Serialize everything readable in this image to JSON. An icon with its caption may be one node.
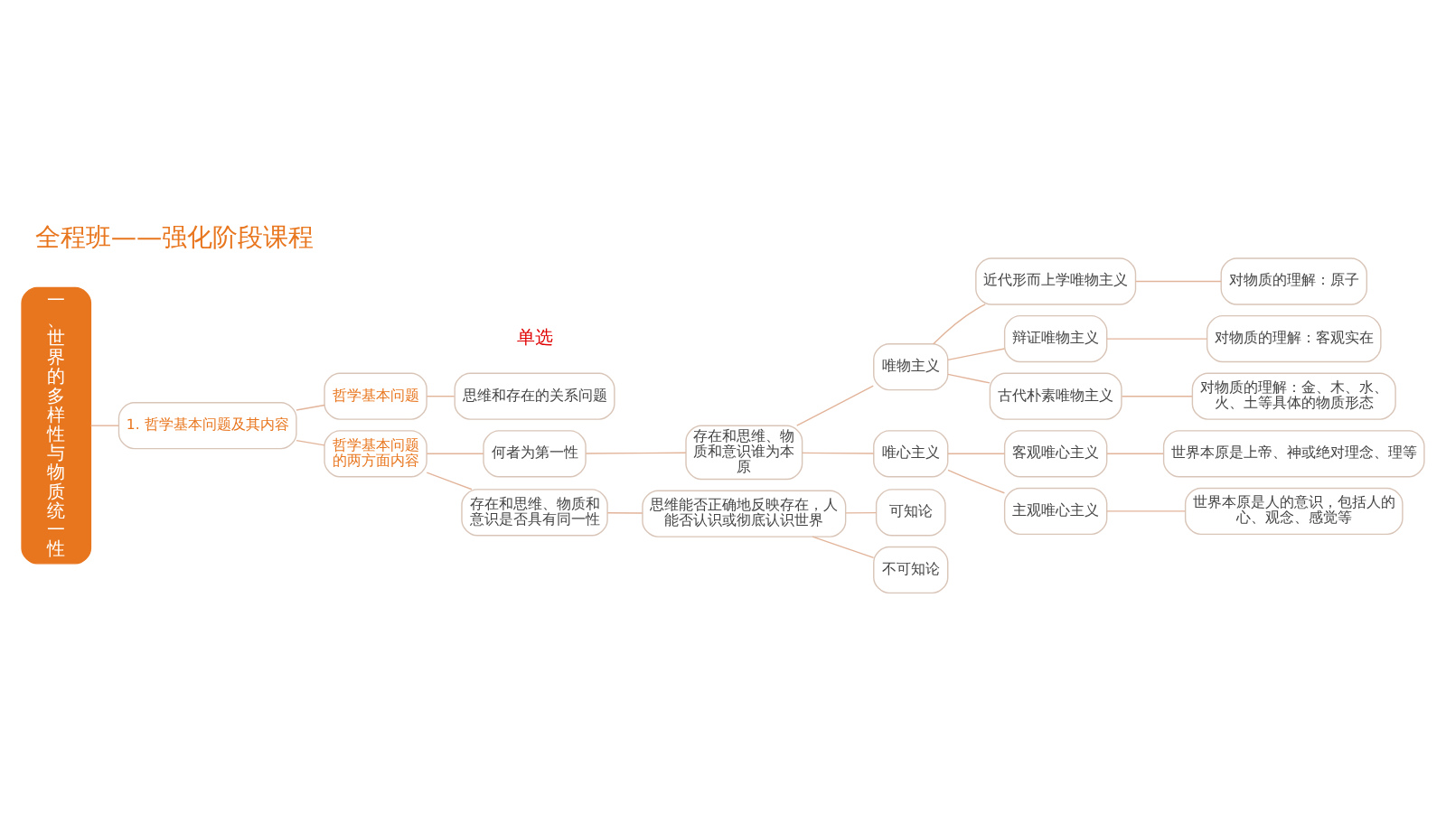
{
  "diagram": {
    "title": "全程班——强化阶段课程",
    "nodes": [
      {
        "text": [
          "一、世界的多样性与物质统一性"
        ]
      },
      {
        "text": [
          "1. 哲学基本问题及其内容"
        ]
      },
      {
        "text": [
          "哲学基本问题"
        ]
      },
      {
        "text": [
          "思维和存在的关系问题"
        ]
      },
      {
        "text": [
          "哲学基本问题的两方面内容"
        ]
      },
      {
        "text": [
          "何者为第一性"
        ]
      },
      {
        "text": [
          "存在和思维、物质和意识谁为本原"
        ]
      },
      {
        "text": [
          "唯物主义"
        ]
      },
      {
        "text": [
          "古代朴素唯物主义"
        ]
      },
      {
        "text": [
          "对物质的理解：金、木、水、火、土等具体的物质形态"
        ]
      },
      {
        "text": [
          "近代形而上学唯物主义"
        ]
      },
      {
        "text": [
          "对物质的理解：原子"
        ]
      },
      {
        "text": [
          "辩证唯物主义"
        ]
      },
      {
        "text": [
          "对物质的理解：客观实在"
        ]
      },
      {
        "text": [
          "唯心主义"
        ]
      },
      {
        "text": [
          "主观唯心主义"
        ]
      },
      {
        "text": [
          "世界本原是人的意识，包括人的心、观念、感觉等"
        ]
      },
      {
        "text": [
          "客观唯心主义"
        ]
      },
      {
        "text": [
          "世界本原是上帝、神或绝对理念、理等"
        ]
      },
      {
        "text": [
          "存在和思维、物质和意识是否具有同一性"
        ]
      },
      {
        "text": [
          "思维能否正确地反映存在，人能否认识或彻底认识世界"
        ]
      },
      {
        "text": [
          "可知论"
        ]
      },
      {
        "text": [
          "不可知论"
        ]
      }
    ],
    "edges": [
      {
        "from": 0,
        "to": 1,
        "arrow": "none"
      },
      {
        "from": 1,
        "to": 2,
        "arrow": "none"
      },
      {
        "from": 2,
        "to": 3,
        "arrow": "none"
      },
      {
        "from": 1,
        "to": 4,
        "arrow": "none"
      },
      {
        "from": 4,
        "to": 5,
        "arrow": "none"
      },
      {
        "from": 5,
        "to": 6,
        "arrow": "none"
      },
      {
        "from": 6,
        "to": 7,
        "arrow": "none"
      },
      {
        "from": 7,
        "to": 8,
        "arrow": "none"
      },
      {
        "from": 8,
        "to": 9,
        "arrow": "none"
      },
      {
        "from": 7,
        "to": 10,
        "arrow": "none"
      },
      {
        "from": 10,
        "to": 11,
        "arrow": "none"
      },
      {
        "from": 7,
        "to": 12,
        "arrow": "none"
      },
      {
        "from": 12,
        "to": 13,
        "arrow": "none"
      },
      {
        "from": 6,
        "to": 14,
        "arrow": "none"
      },
      {
        "from": 14,
        "to": 15,
        "arrow": "none"
      },
      {
        "from": 15,
        "to": 16,
        "arrow": "none"
      },
      {
        "from": 14,
        "to": 17,
        "arrow": "none"
      },
      {
        "from": 17,
        "to": 18,
        "arrow": "none"
      },
      {
        "from": 4,
        "to": 19,
        "arrow": "none"
      },
      {
        "from": 19,
        "to": 20,
        "arrow": "none"
      },
      {
        "from": 20,
        "to": 21,
        "arrow": "none"
      },
      {
        "from": 20,
        "to": 22,
        "arrow": "none"
      }
    ],
    "labels": [
      "单选"
    ]
  }
}
